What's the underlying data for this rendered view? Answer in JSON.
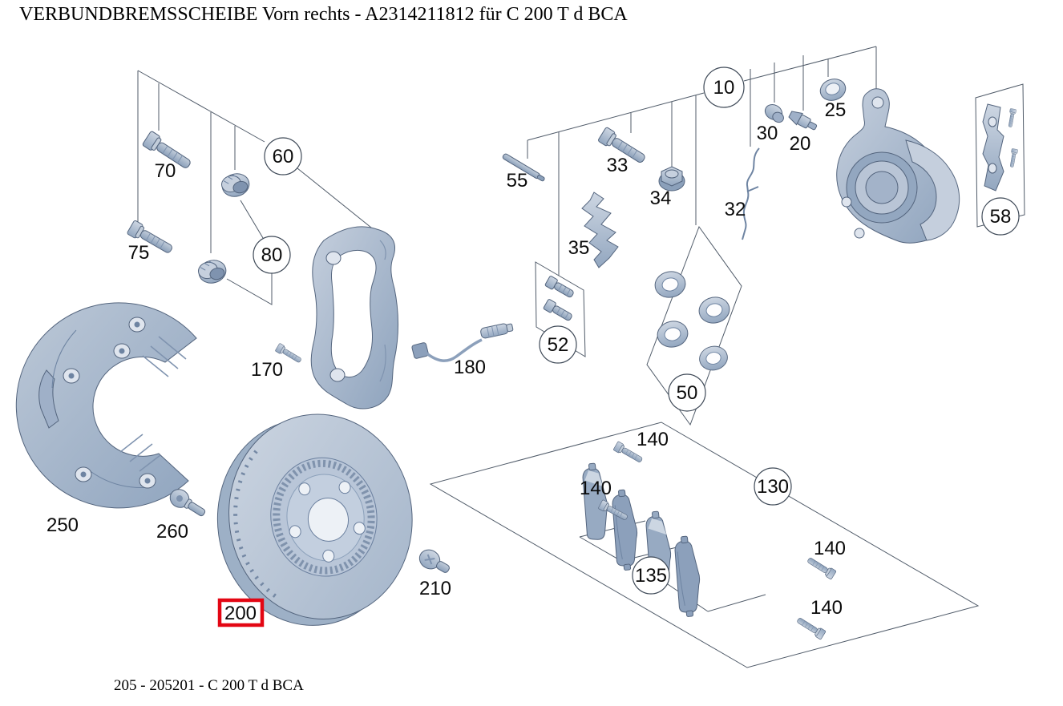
{
  "header": {
    "title": "VERBUNDBREMSSCHEIBE Vorn rechts - A2314211812 für C 200 T d BCA"
  },
  "footer": {
    "caption": "205 - 205201 - C 200 T d BCA"
  },
  "colors": {
    "highlight_red": "#e30613",
    "part_fill": "#aab8cc",
    "part_light": "#c9d3e0",
    "part_dark": "#8ba0ba",
    "part_outline": "#54657e",
    "leader_line": "#505b69",
    "text": "#0b0b0b"
  },
  "callouts": {
    "c10": "10",
    "c20": "20",
    "c25": "25",
    "c30": "30",
    "c32": "32",
    "c33": "33",
    "c34": "34",
    "c35": "35",
    "c50": "50",
    "c52": "52",
    "c55": "55",
    "c58": "58",
    "c60": "60",
    "c70": "70",
    "c75": "75",
    "c80": "80",
    "c130": "130",
    "c135": "135",
    "c140": "140",
    "c170": "170",
    "c180": "180",
    "c200": "200",
    "c210": "210",
    "c250": "250",
    "c260": "260"
  }
}
